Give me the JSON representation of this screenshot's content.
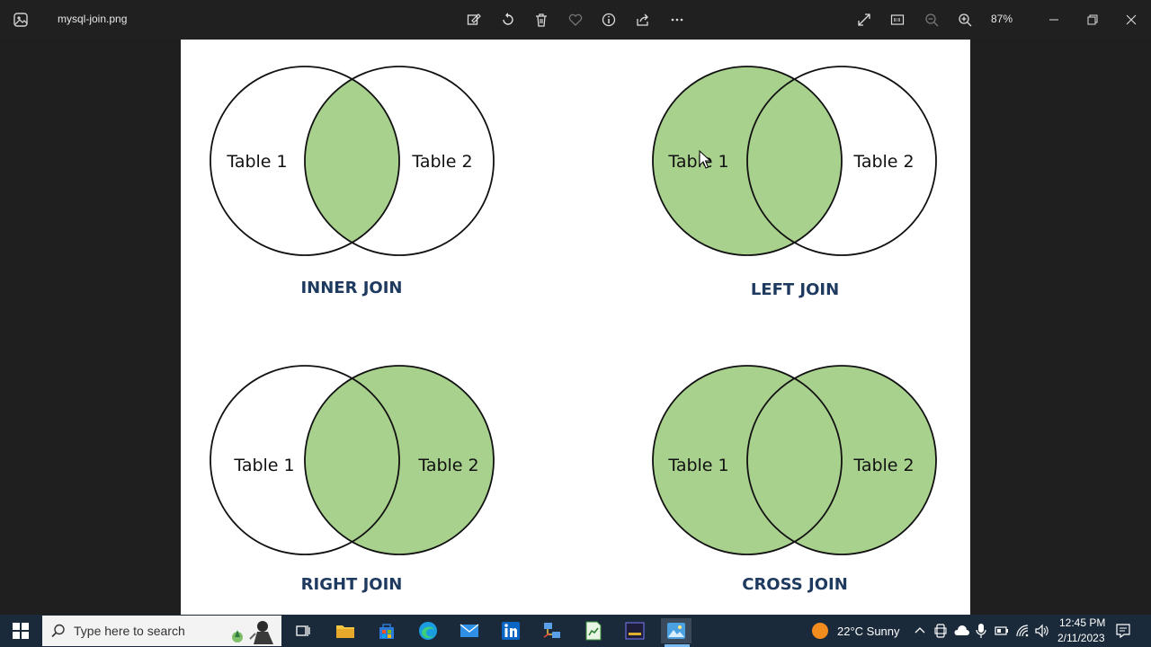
{
  "window": {
    "filename": "mysql-join.png",
    "zoom": "87%"
  },
  "toolbar": {
    "items": [
      "edit-image",
      "rotate",
      "delete",
      "favorite",
      "info",
      "share",
      "more"
    ]
  },
  "diagram": {
    "panels": [
      {
        "title": "INNER JOIN",
        "left_label": "Table 1",
        "right_label": "Table 2",
        "fill": "intersection"
      },
      {
        "title": "LEFT JOIN",
        "left_label": "Table 1",
        "right_label": "Table 2",
        "fill": "left"
      },
      {
        "title": "RIGHT JOIN",
        "left_label": "Table 1",
        "right_label": "Table 2",
        "fill": "right"
      },
      {
        "title": "CROSS JOIN",
        "left_label": "Table 1",
        "right_label": "Table 2",
        "fill": "both"
      }
    ],
    "colors": {
      "fill": "#a9d18e",
      "stroke": "#111111",
      "title": "#1f3a5f"
    }
  },
  "taskbar": {
    "search_placeholder": "Type here to search",
    "weather": "22°C  Sunny",
    "time": "12:45 PM",
    "date": "2/11/2023"
  }
}
